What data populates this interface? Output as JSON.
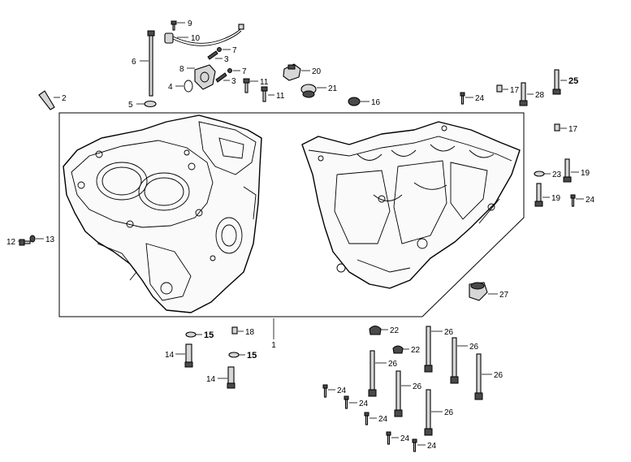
{
  "callouts": {
    "c1": "1",
    "c2": "2",
    "c3a": "3",
    "c3b": "3",
    "c4": "4",
    "c5": "5",
    "c6": "6",
    "c7a": "7",
    "c7b": "7",
    "c8": "8",
    "c9": "9",
    "c10": "10",
    "c11a": "11",
    "c11b": "11",
    "c12": "12",
    "c13": "13",
    "c14a": "14",
    "c14b": "14",
    "c15a": "15",
    "c15b": "15",
    "c16": "16",
    "c17a": "17",
    "c17b": "17",
    "c18": "18",
    "c19a": "19",
    "c19b": "19",
    "c20": "20",
    "c21": "21",
    "c22a": "22",
    "c22b": "22",
    "c23": "23",
    "c24a": "24",
    "c24b": "24",
    "c24c": "24",
    "c24d": "24",
    "c24e": "24",
    "c24f": "24",
    "c24g": "24",
    "c25": "25",
    "c26a": "26",
    "c26b": "26",
    "c26c": "26",
    "c26d": "26",
    "c26e": "26",
    "c26f": "26",
    "c27": "27",
    "c28": "28"
  }
}
